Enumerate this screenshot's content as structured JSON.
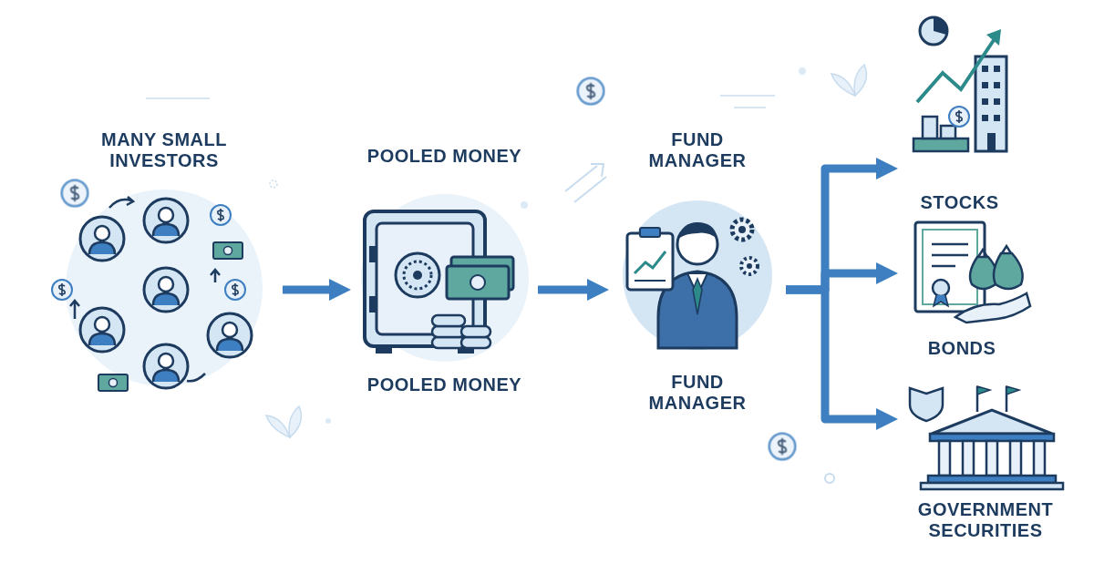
{
  "diagram": {
    "nodes": [
      {
        "text": [
          "MANY SMALL INVESTORS"
        ]
      },
      {
        "text": [
          "POOLED MONEY",
          "POOLED MONEY"
        ]
      },
      {
        "text": [
          "FUND MANAGER",
          "FUND MANAGER"
        ]
      },
      {
        "text": [
          "STOCKS"
        ]
      },
      {
        "text": [
          "BONDS"
        ]
      },
      {
        "text": [
          "GOVERNMENT SECURITIES"
        ]
      }
    ],
    "edges": [
      {
        "from": 0,
        "to": 1,
        "arrow": "to"
      },
      {
        "from": 1,
        "to": 2,
        "arrow": "to"
      },
      {
        "from": 2,
        "to": 3,
        "arrow": "to"
      },
      {
        "from": 2,
        "to": 4,
        "arrow": "to"
      },
      {
        "from": 2,
        "to": 5,
        "arrow": "to"
      }
    ]
  }
}
